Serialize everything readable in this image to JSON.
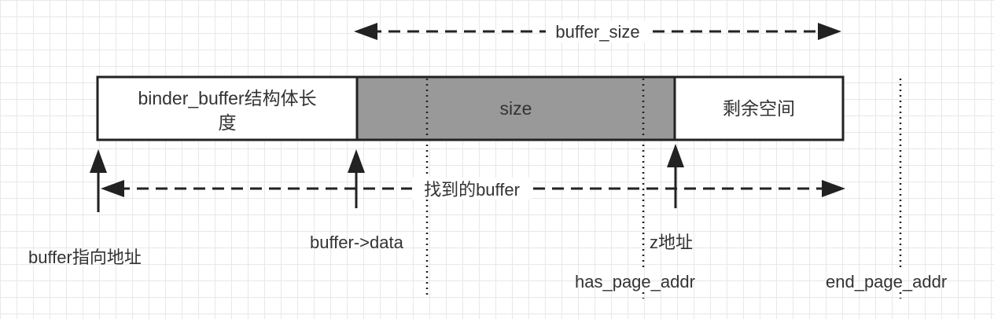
{
  "colors": {
    "stroke": "#222222",
    "used_fill": "#999999",
    "text": "#333333"
  },
  "top_arrow": {
    "label": "buffer_size"
  },
  "boxes": [
    {
      "label_line1": "binder_buffer结构体长",
      "label_line2": "度"
    },
    {
      "label": "size"
    },
    {
      "label": "剩余空间"
    }
  ],
  "mid_arrow": {
    "label": "找到的buffer"
  },
  "pointers": {
    "buffer": "buffer指向地址",
    "data": "buffer->data",
    "z": "z地址"
  },
  "page_markers": {
    "has_page_addr": "has_page_addr",
    "end_page_addr": "end_page_addr"
  }
}
